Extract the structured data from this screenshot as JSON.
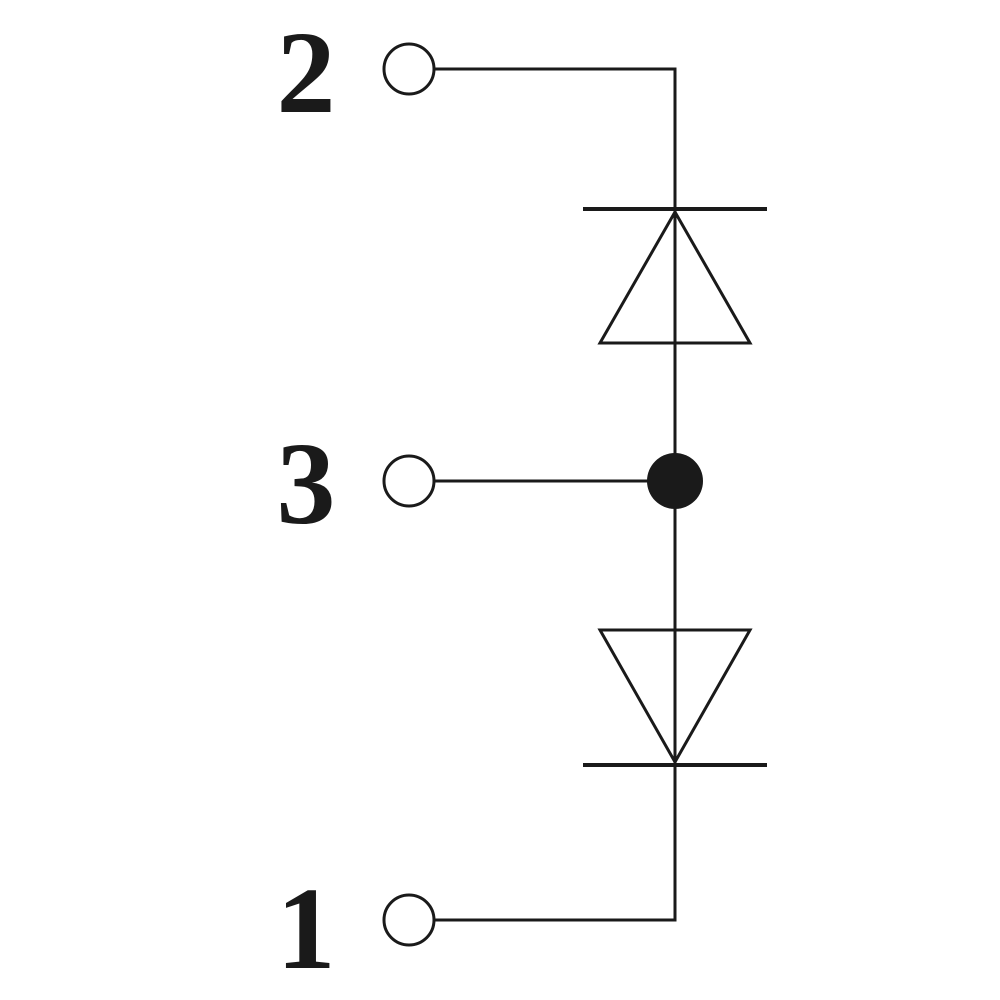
{
  "colors": {
    "ink": "#1a1a1a",
    "background": "#ffffff"
  },
  "pins": [
    {
      "id": "pin-2",
      "label": "2"
    },
    {
      "id": "pin-3",
      "label": "3"
    },
    {
      "id": "pin-1",
      "label": "1"
    }
  ]
}
